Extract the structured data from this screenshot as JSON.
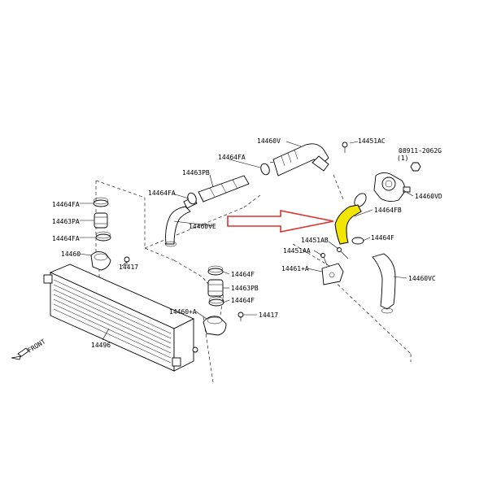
{
  "labels": {
    "p14460V": "14460V",
    "p14451AC": "14451AC",
    "p08911": "08911-2062G",
    "p08911_qty": "(1)",
    "p14464FA_top": "14464FA",
    "p14463PB_top": "14463PB",
    "p14464FA_mid": "14464FA",
    "p14460VD": "14460VD",
    "p14464FB": "14464FB",
    "p14460VE": "14460VE",
    "p14464FA_l1": "14464FA",
    "p14463PA": "14463PA",
    "p14464FA_l2": "14464FA",
    "p14460": "14460",
    "p14417_l": "14417",
    "p14451AB": "14451AB",
    "p14464F_r": "14464F",
    "p14451AA": "14451AA",
    "p14461A": "14461+A",
    "p14460VC": "14460VC",
    "p14464F_c1": "14464F",
    "p14463PB_c": "14463PB",
    "p14464F_c2": "14464F",
    "p14460A": "14460+A",
    "p14417_c": "14417",
    "p14496": "14496",
    "front": "FRONT"
  },
  "colors": {
    "highlight_part": "#f2e600",
    "arrow": "#e03030",
    "line": "#000000"
  }
}
